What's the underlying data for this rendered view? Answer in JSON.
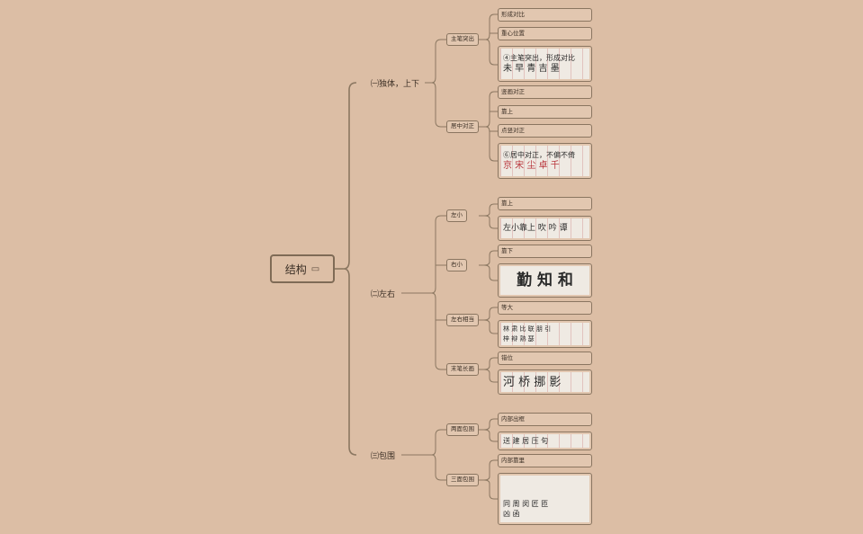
{
  "root": {
    "label": "结构",
    "icon": "note-icon"
  },
  "branches": [
    {
      "label": "㈠独体，上下",
      "children": [
        {
          "label": "主笔突出",
          "leaves": [
            {
              "type": "text",
              "label": "形成对比"
            },
            {
              "type": "text",
              "label": "重心位置"
            },
            {
              "type": "image",
              "lines": [
                "④主笔突出，形成对比",
                "未 早 青 吉 墨"
              ]
            }
          ]
        },
        {
          "label": "居中对正",
          "leaves": [
            {
              "type": "text",
              "label": "竖画对正"
            },
            {
              "type": "text",
              "label": "靠上"
            },
            {
              "type": "text",
              "label": "点竖对正"
            },
            {
              "type": "image",
              "lines": [
                "⑥居中对正，不偏不倚",
                "京 宋 尘 卓 千"
              ]
            }
          ]
        }
      ]
    },
    {
      "label": "㈡左右",
      "children": [
        {
          "label": "左小",
          "leaves": [
            {
              "type": "text",
              "label": "靠上"
            },
            {
              "type": "image",
              "lines": [
                "左小靠上  吹 吟 谭"
              ]
            }
          ]
        },
        {
          "label": "右小",
          "leaves": [
            {
              "type": "text",
              "label": "靠下"
            },
            {
              "type": "image",
              "lines": [
                "勤 知 和"
              ]
            }
          ]
        },
        {
          "label": "左右相当",
          "leaves": [
            {
              "type": "text",
              "label": "等大"
            },
            {
              "type": "image",
              "lines": [
                "林 肃 比   联 朋 引",
                "梓 辩 熟 瑟"
              ]
            }
          ]
        },
        {
          "label": "末笔长画",
          "leaves": [
            {
              "type": "text",
              "label": "错位"
            },
            {
              "type": "image",
              "lines": [
                "河  桥  挪  影"
              ]
            }
          ]
        }
      ]
    },
    {
      "label": "㈢包围",
      "children": [
        {
          "label": "两面包围",
          "leaves": [
            {
              "type": "text",
              "label": "内部出框"
            },
            {
              "type": "image",
              "lines": [
                "送  建    居  压    句"
              ]
            }
          ]
        },
        {
          "label": "三面包围",
          "leaves": [
            {
              "type": "text",
              "label": "内部靠里"
            },
            {
              "type": "image",
              "lines": [
                "同  周  闵        匠  匝",
                "凶  函"
              ]
            }
          ]
        }
      ]
    }
  ],
  "colors": {
    "background": "#dcbea5",
    "line": "#8b7761",
    "node_border": "#8a7560"
  }
}
